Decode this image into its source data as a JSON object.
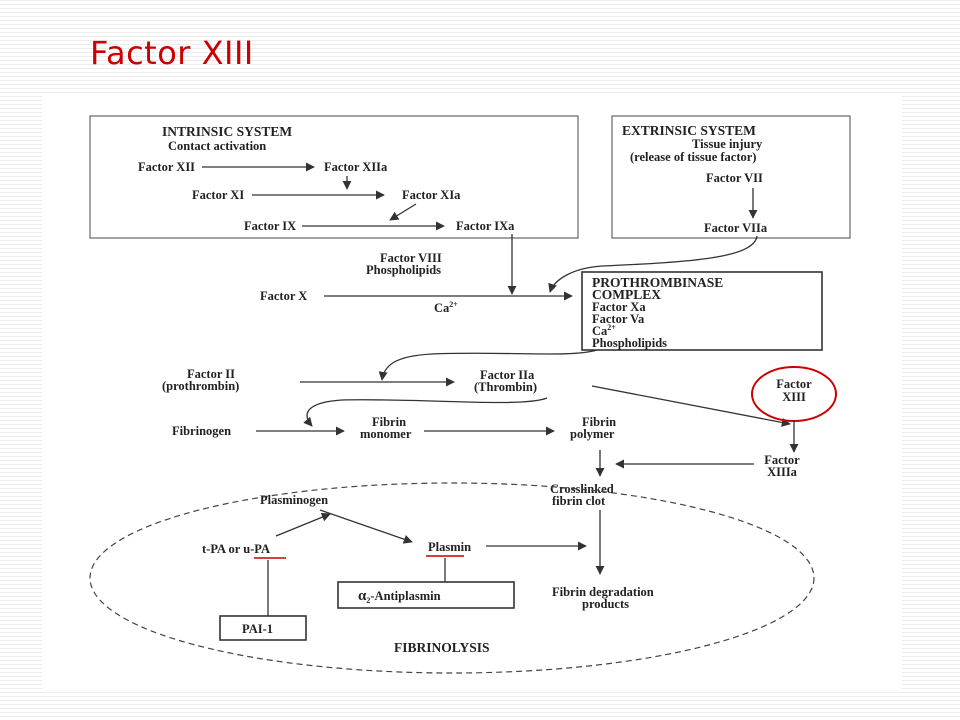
{
  "slide": {
    "title": "Factor XIII"
  },
  "diagram": {
    "intrinsic": {
      "title": "INTRINSIC SYSTEM",
      "subtitle": "Contact activation",
      "factor_xii": "Factor XII",
      "factor_xiia": "Factor XIIa",
      "factor_xi": "Factor XI",
      "factor_xia": "Factor XIa",
      "factor_ix": "Factor IX",
      "factor_ixa": "Factor IXa"
    },
    "extrinsic": {
      "title": "EXTRINSIC SYSTEM",
      "line1": "Tissue injury",
      "line2": "(release of tissue factor)",
      "factor_vii": "Factor VII",
      "factor_viia": "Factor VIIa"
    },
    "cofactors": {
      "factor_viii": "Factor VIII",
      "phospholipids": "Phospholipids"
    },
    "factor_x": "Factor X",
    "calcium": "Ca",
    "calcium_sup": "2+",
    "prothrombinase": {
      "title1": "PROTHROMBINASE",
      "title2": "COMPLEX",
      "item1": "Factor Xa",
      "item2": "Factor Va",
      "item3": "Ca",
      "item3_sup": "2+",
      "item4": "Phospholipids"
    },
    "factor_ii": "Factor II",
    "prothrombin": "(prothrombin)",
    "factor_iia": "Factor IIa",
    "thrombin": "(Thrombin)",
    "factor_xiii_line1": "Factor",
    "factor_xiii_line2": "XIII",
    "fibrinogen": "Fibrinogen",
    "fibrin_monomer_1": "Fibrin",
    "fibrin_monomer_2": "monomer",
    "fibrin_polymer_1": "Fibrin",
    "fibrin_polymer_2": "polymer",
    "factor_xiiia_line1": "Factor",
    "factor_xiiia_line2": "XIIIa",
    "crosslinked_1": "Crosslinked",
    "crosslinked_2": "fibrin clot",
    "fibrinolysis": {
      "plasminogen": "Plasminogen",
      "tpa": "t-PA or u-PA",
      "plasmin": "Plasmin",
      "antiplasmin_symbol": "α",
      "antiplasmin_sub": "2",
      "antiplasmin_text": "-Antiplasmin",
      "pai": "PAI-1",
      "degradation_1": "Fibrin degradation",
      "degradation_2": "products",
      "label": "FIBRINOLYSIS"
    },
    "colors": {
      "highlight": "#cc0000",
      "title": "#cc0000"
    }
  }
}
